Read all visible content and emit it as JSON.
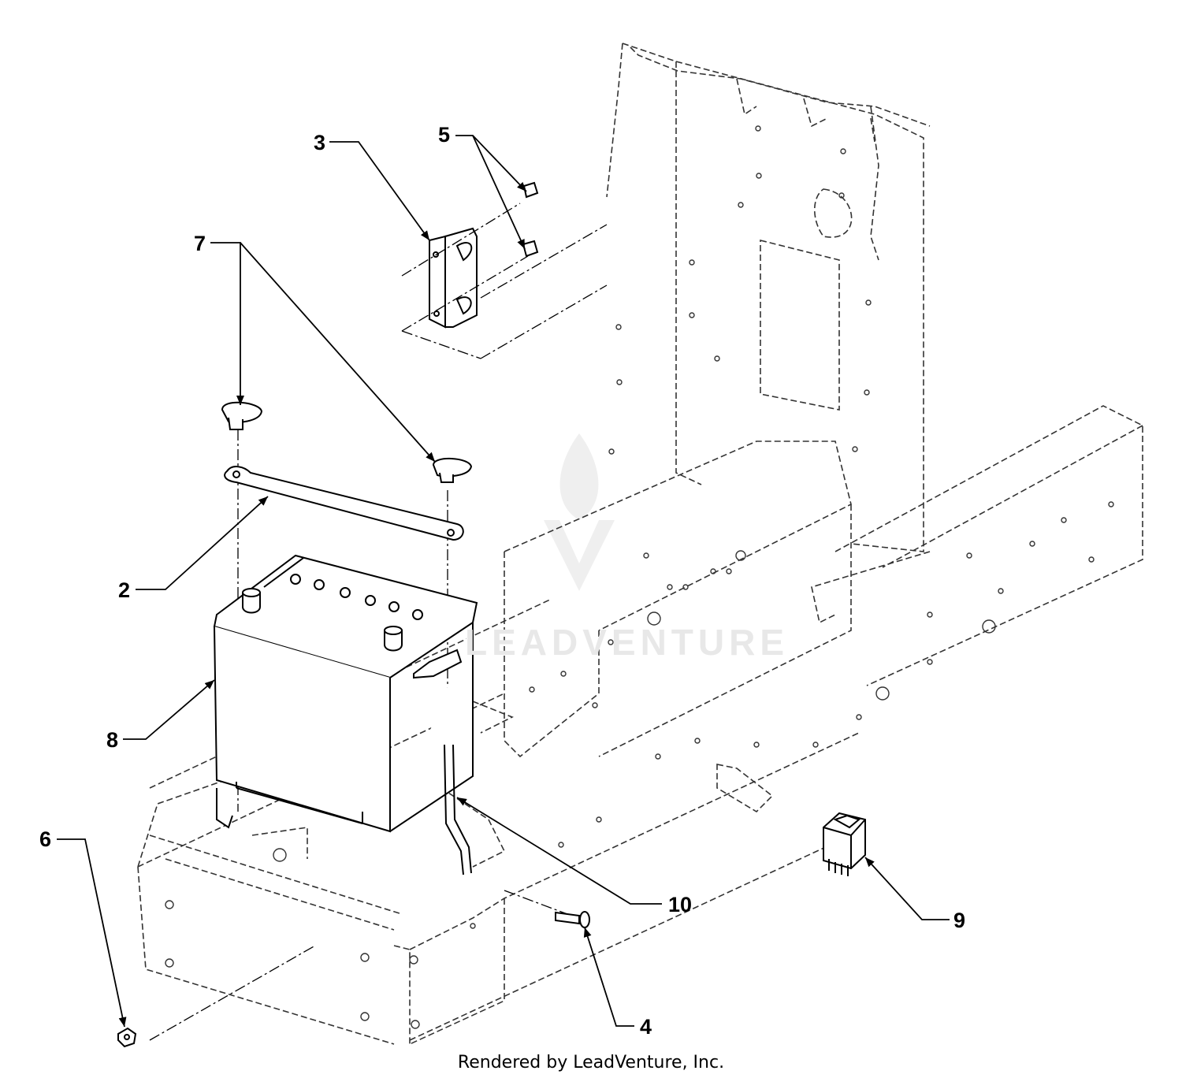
{
  "callouts": {
    "c2": "2",
    "c3": "3",
    "c4": "4",
    "c5": "5",
    "c6": "6",
    "c7": "7",
    "c8": "8",
    "c9": "9",
    "c10": "10"
  },
  "watermark": "LEADVENTURE",
  "footer": "Rendered by LeadVenture, Inc.",
  "colors": {
    "line": "#000000",
    "dashed": "#333333",
    "background": "#ffffff",
    "watermark": "#e8e8e8"
  }
}
